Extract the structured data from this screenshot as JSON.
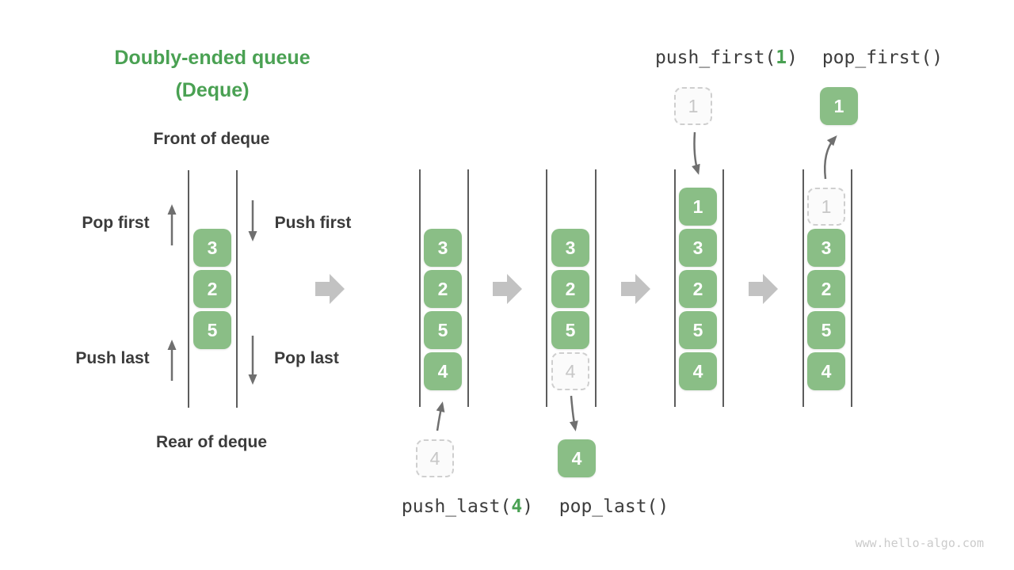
{
  "title": {
    "line1": "Doubly-ended queue",
    "line2": "(Deque)"
  },
  "labels": {
    "front": "Front of deque",
    "rear": "Rear of deque",
    "pop_first": "Pop first",
    "push_first": "Push first",
    "push_last": "Push last",
    "pop_last": "Pop last"
  },
  "initial": {
    "cells": [
      "3",
      "2",
      "5"
    ]
  },
  "states": [
    {
      "name": "after-push-last",
      "cells": [
        "3",
        "2",
        "5",
        "4"
      ]
    },
    {
      "name": "during-pop-last",
      "cells": [
        "3",
        "2",
        "5",
        "4"
      ]
    },
    {
      "name": "after-push-first",
      "cells": [
        "1",
        "3",
        "2",
        "5",
        "4"
      ]
    },
    {
      "name": "during-pop-first",
      "cells": [
        "1",
        "3",
        "2",
        "5",
        "4"
      ]
    }
  ],
  "floating": {
    "push_last_in": "4",
    "pop_last_out": "4",
    "push_first_in": "1",
    "pop_first_out": "1"
  },
  "operations": {
    "push_last": {
      "prefix": "push_last(",
      "arg": "4",
      "suffix": ")"
    },
    "pop_last": {
      "label": "pop_last()"
    },
    "push_first": {
      "prefix": "push_first(",
      "arg": "1",
      "suffix": ")"
    },
    "pop_first": {
      "label": "pop_first()"
    }
  },
  "watermark": {
    "text": "www.hello-algo.com"
  },
  "colors": {
    "accent_green": "#4aa153",
    "cell_green": "#8abe86",
    "ghost_gray": "#cfcfcf",
    "text_dark": "#3b3b3b",
    "arrow_gray": "#6f6f6f",
    "transition_gray": "#c2c2c2",
    "watermark_gray": "#cbcbcb"
  }
}
